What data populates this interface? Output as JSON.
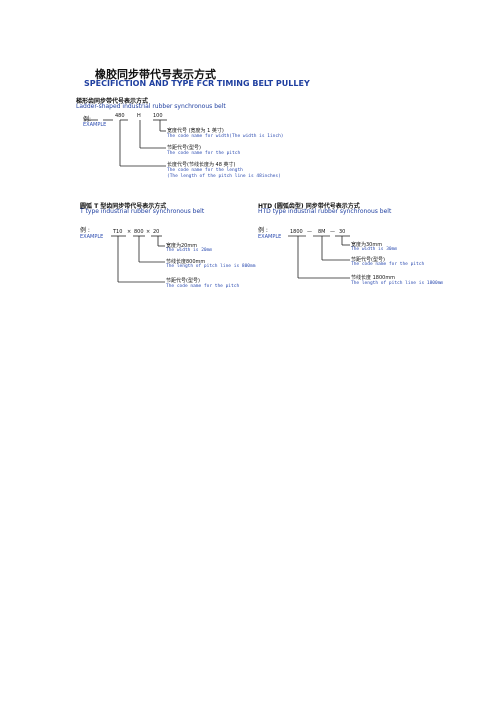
{
  "header": {
    "title_cn": "橡胶同步带代号表示方式",
    "title_en": "SPECIFICTION AND TYPE FCR TIMING BELT PULLEY"
  },
  "ladder": {
    "title_cn": "梯形齿同步带代号表示方式",
    "title_en": "Ladder-shaped industrial rubber synchronous belt",
    "example_cn": "例:",
    "example_en": "EXAMPLE",
    "codes": [
      "480",
      "H",
      "100"
    ],
    "annotations": [
      {
        "cn": "宽度代号   (宽度为 1 英寸)",
        "en": "The code name for width(The width is 1inch)"
      },
      {
        "cn": "节距代号(型号)",
        "en": "The code name for the pitch"
      },
      {
        "cn": "长度代号(节线长度为 48 英寸)",
        "en": "The code name for the length",
        "en2": "(The length of the pitch line is 48inches)"
      }
    ]
  },
  "ttype": {
    "title_cn": "圆弧 T 型齿同步带代号表示方式",
    "title_en": "T type industrial rubber synchronous belt",
    "example_cn": "例 :",
    "example_en": "EXAMPLE",
    "codes": [
      "T10",
      "×",
      "800",
      "×",
      "20"
    ],
    "annotations": [
      {
        "cn": "宽度为20mm",
        "en": "The width is 20mm"
      },
      {
        "cn": "节线长度800mm",
        "en": "The length of pitch line is 800mm"
      },
      {
        "cn": "节距代号(型号)",
        "en": "The code name for the pitch"
      }
    ]
  },
  "htd": {
    "title_cn": "HTD (圆弧齿型) 同步带代号表示方式",
    "title_en": "HTD type industrial rubber synchronous belt",
    "example_cn": "例 :",
    "example_en": "EXAMPLE",
    "codes": [
      "1800",
      "—",
      "8M",
      "—",
      "30"
    ],
    "annotations": [
      {
        "cn": "宽度为30mm",
        "en": "The width is 30mm"
      },
      {
        "cn": "节距代号(型号)",
        "en": "The code name for the pitch"
      },
      {
        "cn": "节线长度 1800mm",
        "en": "The length of pitch line is 1800mm"
      }
    ]
  }
}
